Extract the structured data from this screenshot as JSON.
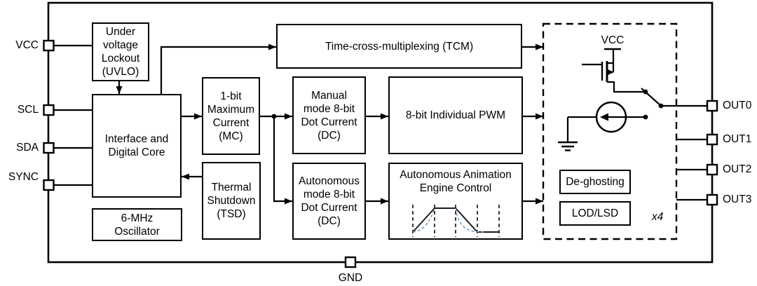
{
  "figure": {
    "description": "LED driver functional block diagram"
  },
  "pins": {
    "left": [
      {
        "label": "VCC"
      },
      {
        "label": "SCL"
      },
      {
        "label": "SDA"
      },
      {
        "label": "SYNC"
      }
    ],
    "right": [
      {
        "label": "OUT0"
      },
      {
        "label": "OUT1"
      },
      {
        "label": "OUT2"
      },
      {
        "label": "OUT3"
      }
    ],
    "bottom": [
      {
        "label": "GND"
      }
    ]
  },
  "blocks": {
    "uvlo": {
      "label": "Under\nvoltage\nLockout\n(UVLO)"
    },
    "interface": {
      "label": "Interface and\nDigital Core"
    },
    "oscillator": {
      "label": "6-MHz\nOscillator"
    },
    "mc": {
      "label": "1-bit\nMaximum\nCurrent\n(MC)"
    },
    "tsd": {
      "label": "Thermal\nShutdown\n(TSD)"
    },
    "tcm": {
      "label": "Time-cross-multiplexing (TCM)"
    },
    "manual_dc": {
      "label": "Manual\nmode 8-bit\nDot Current\n(DC)"
    },
    "auto_dc": {
      "label": "Autonomous\nmode 8-bit\nDot Current\n(DC)"
    },
    "pwm": {
      "label": "8-bit Individual PWM"
    },
    "aaec": {
      "label": "Autonomous Animation\nEngine Control"
    },
    "deghosting": {
      "label": "De-ghosting"
    },
    "lodlsd": {
      "label": "LOD/LSD"
    }
  },
  "output_stage": {
    "vcc_label": "VCC",
    "multiplier_label": "x4"
  },
  "colors": {
    "diagram_line": "#000000",
    "waveform_accent": "#7b9fc2",
    "background": "#ffffff"
  }
}
